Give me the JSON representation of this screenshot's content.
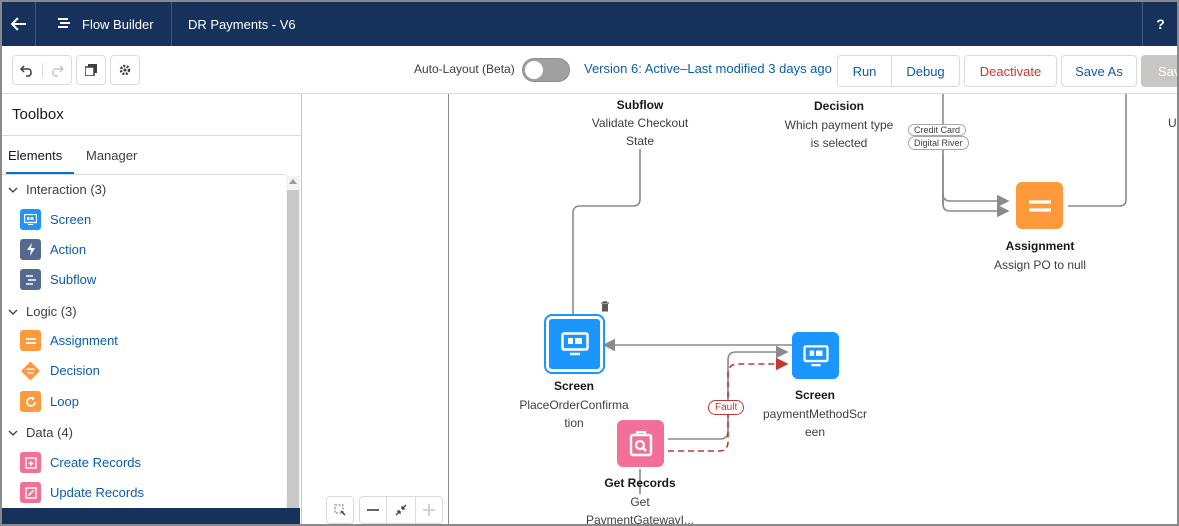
{
  "topbar": {
    "app_name": "Flow Builder",
    "flow_name": "DR Payments - V6",
    "help_glyph": "?"
  },
  "toolbar": {
    "autolayout_label": "Auto-Layout (Beta)",
    "version_text": "Version 6: Active–Last modified 3 days ago",
    "run_label": "Run",
    "debug_label": "Debug",
    "deactivate_label": "Deactivate",
    "saveas_label": "Save As",
    "save_label": "Sav"
  },
  "toolbox": {
    "title": "Toolbox",
    "tabs": [
      {
        "label": "Elements"
      },
      {
        "label": "Manager"
      }
    ],
    "sections": [
      {
        "label": "Interaction (3)",
        "items": [
          {
            "label": "Screen"
          },
          {
            "label": "Action"
          },
          {
            "label": "Subflow"
          }
        ]
      },
      {
        "label": "Logic (3)",
        "items": [
          {
            "label": "Assignment"
          },
          {
            "label": "Decision"
          },
          {
            "label": "Loop"
          }
        ]
      },
      {
        "label": "Data (4)",
        "items": [
          {
            "label": "Create Records"
          },
          {
            "label": "Update Records"
          }
        ]
      }
    ]
  },
  "canvas": {
    "subflow": {
      "title": "Subflow",
      "desc1": "Validate Checkout",
      "desc2": "State"
    },
    "decision": {
      "title": "Decision",
      "desc1": "Which payment type",
      "desc2": "is selected",
      "pill1": "Credit Card",
      "pill2": "Digital River"
    },
    "assignment": {
      "title": "Assignment",
      "desc": "Assign PO to null"
    },
    "screen1": {
      "title": "Screen",
      "desc1": "PlaceOrderConfirma",
      "desc2": "tion"
    },
    "screen2": {
      "title": "Screen",
      "desc1": "paymentMethodScr",
      "desc2": "een"
    },
    "getrecords": {
      "title": "Get Records",
      "desc1": "Get",
      "desc2": "PaymentGatewayI..."
    },
    "fault_label": "Fault",
    "edge_text": "U"
  },
  "colors": {
    "nav": "#16325c",
    "screen": "#1b96ff",
    "assignment": "#ff9a3c",
    "getrecords": "#f27098",
    "subflow_icon": "#54698d",
    "action_icon": "#54698d"
  }
}
